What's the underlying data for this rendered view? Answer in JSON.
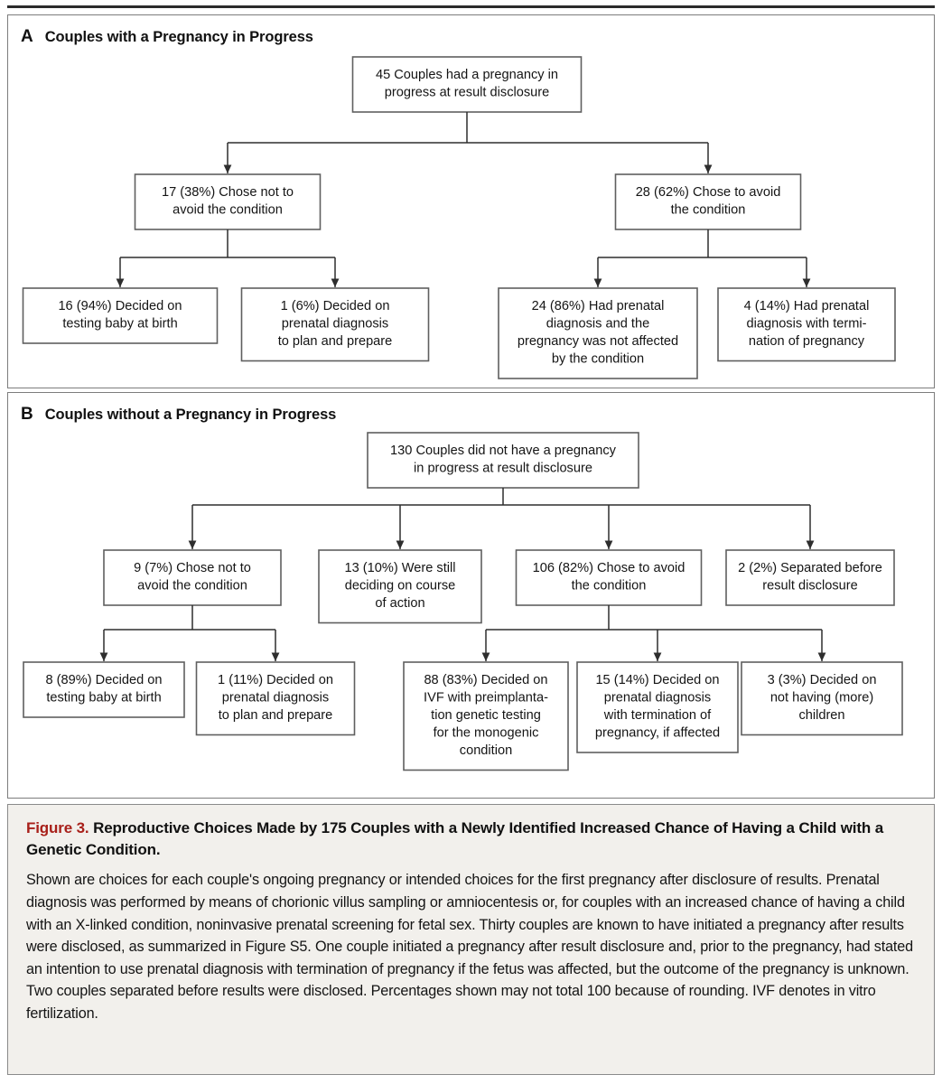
{
  "figure": {
    "label": "Figure 3.",
    "title": "Reproductive Choices Made by 175 Couples with a Newly Identified Increased Chance of Having a Child with a Genetic Condition.",
    "body": "Shown are choices for each couple's ongoing pregnancy or intended choices for the first pregnancy after disclosure of results. Prenatal diagnosis was performed by means of chorionic villus sampling or amniocentesis or, for couples with an increased chance of having a child with an X-linked condition, noninvasive prenatal screening for fetal sex. Thirty couples are known to have initiated a pregnancy after results were disclosed, as summarized in Figure S5. One couple initiated a pregnancy after result disclosure and, prior to the pregnancy, had stated an intention to use prenatal diagnosis with termination of pregnancy if the fetus was affected, but the outcome of the pregnancy is unknown. Two couples separated before results were disclosed. Percentages shown may not total 100 because of rounding. IVF denotes in vitro fertilization.",
    "accent_color": "#a8201a",
    "caption_background": "#f2f0ec"
  },
  "panel_a": {
    "letter": "A",
    "title": "Couples with a Pregnancy in Progress",
    "root": {
      "id": "a-root",
      "count": 45,
      "lines": [
        "45 Couples had a pregnancy in",
        "progress at result disclosure"
      ]
    },
    "level2": [
      {
        "id": "a-not-avoid",
        "count": 17,
        "percent": "38%",
        "lines": [
          "17 (38%) Chose not to",
          "avoid the condition"
        ]
      },
      {
        "id": "a-avoid",
        "count": 28,
        "percent": "62%",
        "lines": [
          "28 (62%) Chose to avoid",
          "the condition"
        ]
      }
    ],
    "level3": [
      {
        "id": "a-test-at-birth",
        "count": 16,
        "percent": "94%",
        "lines": [
          "16 (94%) Decided on",
          "testing baby at birth"
        ]
      },
      {
        "id": "a-prenatal-plan",
        "count": 1,
        "percent": "6%",
        "lines": [
          "1 (6%) Decided on",
          "prenatal diagnosis",
          "to plan and prepare"
        ]
      },
      {
        "id": "a-prenatal-unaffected",
        "count": 24,
        "percent": "86%",
        "lines": [
          "24 (86%) Had prenatal",
          "diagnosis and the",
          "pregnancy was not affected",
          "by the condition"
        ]
      },
      {
        "id": "a-prenatal-termination",
        "count": 4,
        "percent": "14%",
        "lines": [
          "4 (14%) Had prenatal",
          "diagnosis with termi-",
          "nation of pregnancy"
        ]
      }
    ]
  },
  "panel_b": {
    "letter": "B",
    "title": "Couples without a Pregnancy in Progress",
    "root": {
      "id": "b-root",
      "count": 130,
      "lines": [
        "130 Couples did not have a pregnancy",
        "in progress at result disclosure"
      ]
    },
    "level2": [
      {
        "id": "b-not-avoid",
        "count": 9,
        "percent": "7%",
        "lines": [
          "9 (7%) Chose not to",
          "avoid the condition"
        ]
      },
      {
        "id": "b-still-deciding",
        "count": 13,
        "percent": "10%",
        "lines": [
          "13 (10%) Were still",
          "deciding on course",
          "of action"
        ]
      },
      {
        "id": "b-avoid",
        "count": 106,
        "percent": "82%",
        "lines": [
          "106 (82%) Chose to avoid",
          "the condition"
        ]
      },
      {
        "id": "b-separated",
        "count": 2,
        "percent": "2%",
        "lines": [
          "2 (2%) Separated before",
          "result disclosure"
        ]
      }
    ],
    "level3": [
      {
        "id": "b-test-at-birth",
        "count": 8,
        "percent": "89%",
        "lines": [
          "8 (89%) Decided on",
          "testing baby at birth"
        ]
      },
      {
        "id": "b-prenatal-plan",
        "count": 1,
        "percent": "11%",
        "lines": [
          "1 (11%) Decided on",
          "prenatal diagnosis",
          "to plan and prepare"
        ]
      },
      {
        "id": "b-ivf-pgt",
        "count": 88,
        "percent": "83%",
        "lines": [
          "88 (83%) Decided on",
          "IVF with preimplanta-",
          "tion genetic testing",
          "for the monogenic",
          "condition"
        ]
      },
      {
        "id": "b-prenatal-termination",
        "count": 15,
        "percent": "14%",
        "lines": [
          "15 (14%) Decided on",
          "prenatal diagnosis",
          "with termination of",
          "pregnancy, if affected"
        ]
      },
      {
        "id": "b-no-more-children",
        "count": 3,
        "percent": "3%",
        "lines": [
          "3 (3%) Decided on",
          "not having (more)",
          "children"
        ]
      }
    ]
  },
  "chart_data": {
    "type": "diagram",
    "title": "Reproductive Choices Made by 175 Couples with a Newly Identified Increased Chance of Having a Child with a Genetic Condition.",
    "total_couples": 175,
    "panels": [
      {
        "panel": "A",
        "label": "Couples with a Pregnancy in Progress",
        "root": {
          "label": "45 Couples had a pregnancy in progress at result disclosure",
          "value": 45
        },
        "nodes": [
          {
            "label": "Chose not to avoid the condition",
            "value": 17,
            "percent": 38,
            "parent": "root",
            "depth": 1
          },
          {
            "label": "Chose to avoid the condition",
            "value": 28,
            "percent": 62,
            "parent": "root",
            "depth": 1
          },
          {
            "label": "Decided on testing baby at birth",
            "value": 16,
            "percent": 94,
            "parent": "Chose not to avoid the condition",
            "depth": 2
          },
          {
            "label": "Decided on prenatal diagnosis to plan and prepare",
            "value": 1,
            "percent": 6,
            "parent": "Chose not to avoid the condition",
            "depth": 2
          },
          {
            "label": "Had prenatal diagnosis and the pregnancy was not affected by the condition",
            "value": 24,
            "percent": 86,
            "parent": "Chose to avoid the condition",
            "depth": 2
          },
          {
            "label": "Had prenatal diagnosis with termination of pregnancy",
            "value": 4,
            "percent": 14,
            "parent": "Chose to avoid the condition",
            "depth": 2
          }
        ]
      },
      {
        "panel": "B",
        "label": "Couples without a Pregnancy in Progress",
        "root": {
          "label": "130 Couples did not have a pregnancy in progress at result disclosure",
          "value": 130
        },
        "nodes": [
          {
            "label": "Chose not to avoid the condition",
            "value": 9,
            "percent": 7,
            "parent": "root",
            "depth": 1
          },
          {
            "label": "Were still deciding on course of action",
            "value": 13,
            "percent": 10,
            "parent": "root",
            "depth": 1
          },
          {
            "label": "Chose to avoid the condition",
            "value": 106,
            "percent": 82,
            "parent": "root",
            "depth": 1
          },
          {
            "label": "Separated before result disclosure",
            "value": 2,
            "percent": 2,
            "parent": "root",
            "depth": 1
          },
          {
            "label": "Decided on testing baby at birth",
            "value": 8,
            "percent": 89,
            "parent": "Chose not to avoid the condition",
            "depth": 2
          },
          {
            "label": "Decided on prenatal diagnosis to plan and prepare",
            "value": 1,
            "percent": 11,
            "parent": "Chose not to avoid the condition",
            "depth": 2
          },
          {
            "label": "Decided on IVF with preimplantation genetic testing for the monogenic condition",
            "value": 88,
            "percent": 83,
            "parent": "Chose to avoid the condition",
            "depth": 2
          },
          {
            "label": "Decided on prenatal diagnosis with termination of pregnancy, if affected",
            "value": 15,
            "percent": 14,
            "parent": "Chose to avoid the condition",
            "depth": 2
          },
          {
            "label": "Decided on not having (more) children",
            "value": 3,
            "percent": 3,
            "parent": "Chose to avoid the condition",
            "depth": 2
          }
        ]
      }
    ]
  }
}
